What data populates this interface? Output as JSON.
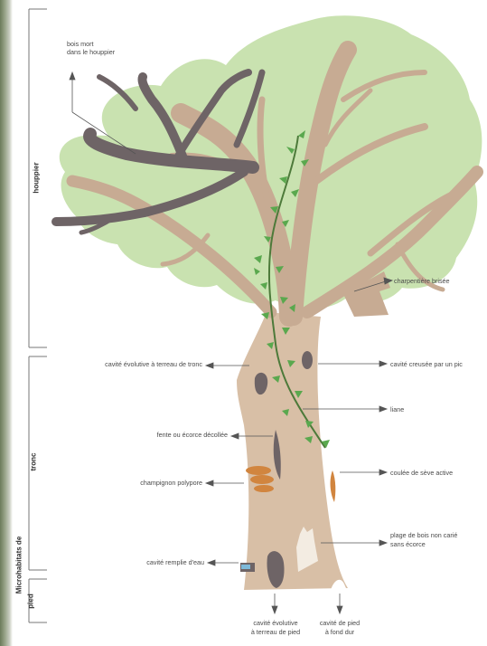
{
  "sections": {
    "houppier": "houppier",
    "tronc": "tronc",
    "pied": "pied",
    "microhabitats": "Microhabitats de"
  },
  "labels": {
    "bois_mort_1": "bois mort",
    "bois_mort_2": "dans le houppier",
    "charpentiere": "charpentière brisée",
    "cavite_pic": "cavité creusée par un pic",
    "cavite_terreau_tronc": "cavité évolutive  à terreau de tronc",
    "liane": "liane",
    "fente": "fente ou écorce décollée",
    "champignon": "champignon polypore",
    "coulee": "coulée de sève active",
    "plage_1": "plage de bois non carié",
    "plage_2": "sans écorce",
    "cavite_eau": "cavité remplie d'eau",
    "cavite_pied_1": "cavité évolutive",
    "cavite_pied_2": "à terreau de pied",
    "cavite_fond_1": "cavité de pied",
    "cavite_fond_2": "à fond dur"
  },
  "colors": {
    "foliage": "#c9e2b0",
    "trunk": "#d8bfa6",
    "branches": "#c7ab93",
    "deadwood": "#6e6466",
    "ivy": "#5aa84e",
    "fungus": "#d1853f",
    "arrow": "#555555"
  }
}
